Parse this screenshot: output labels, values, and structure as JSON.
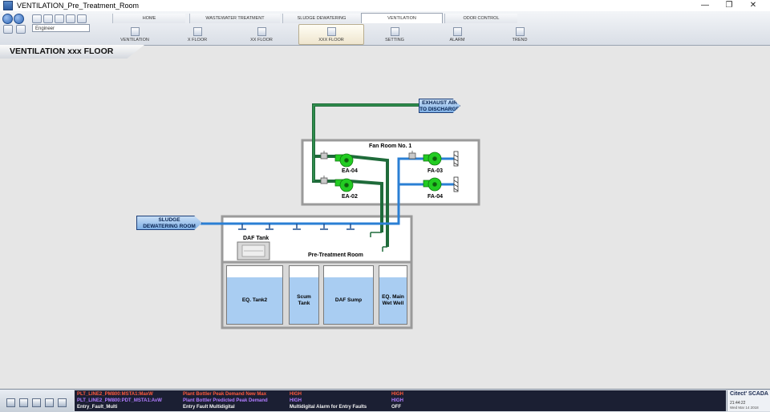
{
  "window": {
    "title": "VENTILATION_Pre_Treatment_Room",
    "controls": {
      "minimize": "—",
      "restore": "❐",
      "close": "✕"
    }
  },
  "toolbar": {
    "user": "Engineer",
    "top_tabs": [
      {
        "label": "HOME"
      },
      {
        "label": "WASTEWATER TREATMENT"
      },
      {
        "label": "SLUDGE DEWATERING"
      },
      {
        "label": "VENTILATION",
        "active": true
      },
      {
        "label": "ODOR CONTROL"
      }
    ],
    "sub_tabs": [
      {
        "label": "VENTILATION"
      },
      {
        "label": "x FLOOR"
      },
      {
        "label": "xx FLOOR"
      },
      {
        "label": "xxx FLOOR",
        "active": true
      },
      {
        "label": "SETTING"
      },
      {
        "label": "ALARM"
      },
      {
        "label": "TREND"
      }
    ]
  },
  "page": {
    "title": "VENTILATION xxx FLOOR"
  },
  "diagram": {
    "exhaust_flag": [
      "EXHAUST AIR",
      "TO DISCHARGE"
    ],
    "sludge_flag": [
      "SLUDGE",
      "DEWATERING ROOM"
    ],
    "fan_room_title": "Fan Room No. 1",
    "fans": {
      "ea_top": "EA-04",
      "ea_bottom": "EA-02",
      "fa_top": "FA-03",
      "fa_bottom": "FA-04"
    },
    "pretreatment_title": "Pre-Treatment Room",
    "daf_tank_label": "DAF Tank",
    "tanks": [
      {
        "name": "EQ. Tank2"
      },
      {
        "name": "Scum Tank"
      },
      {
        "name": "DAF Sump"
      },
      {
        "name": "EQ. Main Wet Well"
      }
    ],
    "colors": {
      "exhaust_pipe": "#1f6b3a",
      "supply_pipe": "#2a7fd4",
      "fan": "#22cc22",
      "water": "#a9cdf2"
    }
  },
  "alarm_list": [
    {
      "tag": "PLT_LINE2_PM800:MSTA1:MaxW",
      "desc": "Plant Bottler Peak Demand New Max",
      "state": "HIGH",
      "value": "HIGH",
      "color": "#ff5a3c"
    },
    {
      "tag": "PLT_LINE2_PM800:PDT_MSTA1:AvW",
      "desc": "Plant Bottler Predicted Peak Demand",
      "state": "HIGH",
      "value": "HIGH",
      "color": "#b07cff"
    },
    {
      "tag": "Entry_Fault_Multi",
      "desc": "Entry Fault Multidigital",
      "state": "Multidigital Alarm for Entry Faults",
      "value": "OFF",
      "color": "#f2f2f2"
    }
  ],
  "brand": {
    "name": "Citect' SCADA",
    "time": "21:44:22",
    "date": "Wed Mar 14 2018"
  }
}
